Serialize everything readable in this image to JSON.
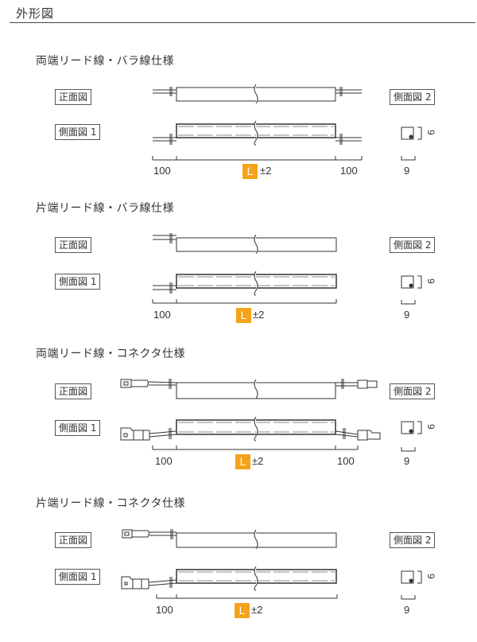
{
  "page": {
    "title": "外形図"
  },
  "labels": {
    "front": "正面図",
    "side1": "側面図 1",
    "side2": "側面図 2"
  },
  "colors": {
    "length_badge": "#f5a31a",
    "line": "#333333"
  },
  "sections": [
    {
      "title": "両端リード線・バラ線仕様",
      "lead_left": "100",
      "length": "L",
      "tolerance": "±2",
      "lead_right": "100",
      "width": "9",
      "height": "9"
    },
    {
      "title": "片端リード線・バラ線仕様",
      "lead_left": "100",
      "length": "L",
      "tolerance": "±2",
      "width": "9",
      "height": "9"
    },
    {
      "title": "両端リード線・コネクタ仕様",
      "lead_left": "100",
      "length": "L",
      "tolerance": "±2",
      "lead_right": "100",
      "width": "9",
      "height": "9"
    },
    {
      "title": "片端リード線・コネクタ仕様",
      "lead_left": "100",
      "length": "L",
      "tolerance": "±2",
      "width": "9",
      "height": "9"
    }
  ]
}
